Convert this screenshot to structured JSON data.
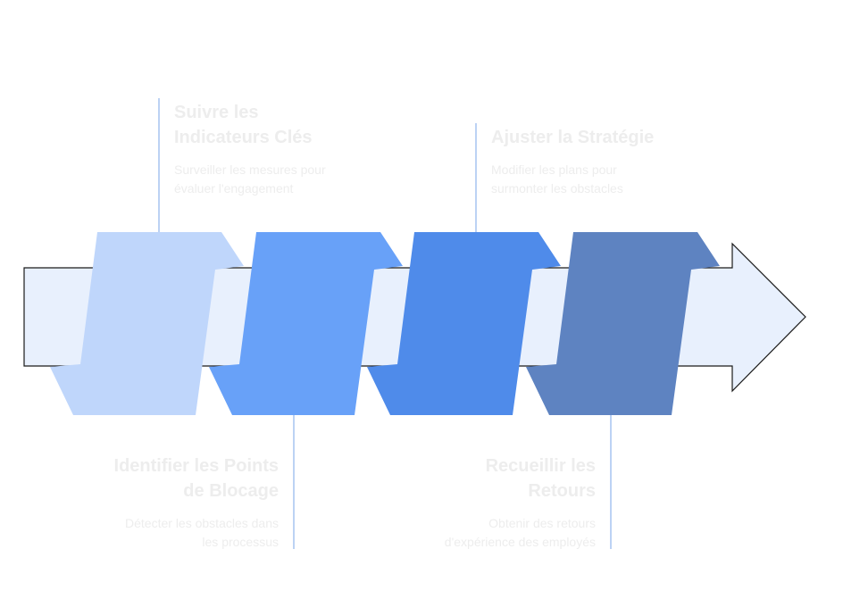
{
  "steps": [
    {
      "title_line1": "Suivre les",
      "title_line2": "Indicateurs Clés",
      "desc_line1": "Surveiller les mesures pour",
      "desc_line2": "évaluer l'engagement",
      "color": "#bfd6fb",
      "position": "top"
    },
    {
      "title_line1": "Identifier les Points",
      "title_line2": "de Blocage",
      "desc_line1": "Détecter les obstacles dans",
      "desc_line2": "les processus",
      "color": "#68a1f8",
      "position": "bottom"
    },
    {
      "title_line1": "Ajuster la Stratégie",
      "title_line2": "",
      "desc_line1": "Modifier les plans pour",
      "desc_line2": "surmonter les obstacles",
      "color": "#4f8bea",
      "position": "top"
    },
    {
      "title_line1": "Recueillir les",
      "title_line2": "Retours",
      "desc_line1": "Obtenir des retours",
      "desc_line2": "d'expérience des employés",
      "color": "#5e83c1",
      "position": "bottom"
    }
  ],
  "colors": {
    "arrow_fill": "#e8f0fd",
    "arrow_stroke": "#1a1a1a",
    "connector": "#8fb3ec",
    "text": "#ededed"
  }
}
